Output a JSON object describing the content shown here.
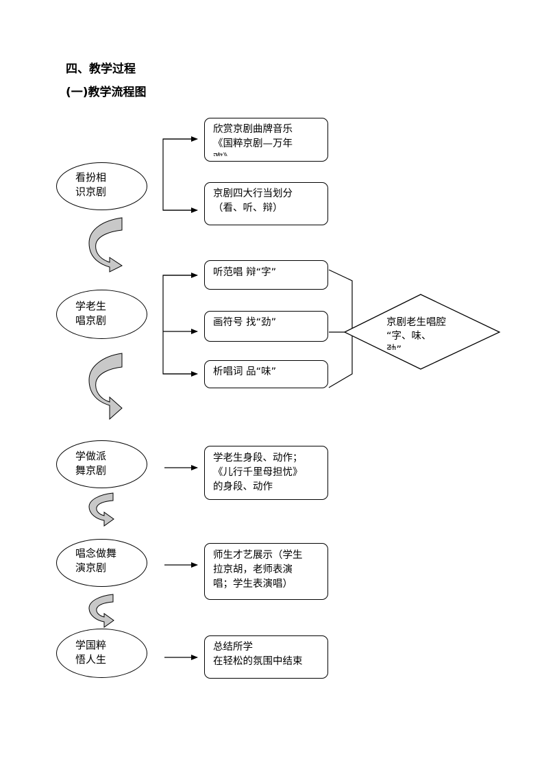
{
  "headings": {
    "section": "四、教学过程",
    "subsection": "(一)教学流程图"
  },
  "stages": [
    {
      "label": "看扮相\n识京剧"
    },
    {
      "label": "学老生\n唱京剧"
    },
    {
      "label": "学做派\n舞京剧"
    },
    {
      "label": "唱念做舞\n演京剧"
    },
    {
      "label": "学国粹\n悟人生"
    }
  ],
  "boxes": {
    "b1": "欣赏京剧曲牌音乐\n《国粹京剧—万年\n欢》",
    "b2": "京剧四大行当划分\n（看、听、辩）",
    "b3": "听范唱  辩“字”",
    "b4": "画符号  找“劲”",
    "b5": "析唱词  品“味”",
    "b6": "学老生身段、动作；\n《儿行千里母担忧》\n的身段、动作",
    "b7": "师生才艺展示（学生\n拉京胡，老师表演\n唱；学生表演唱）",
    "b8": "总结所学\n在轻松的氛围中结束"
  },
  "diamond": {
    "label": "京剧老生唱腔\n“字、味、\n劲”"
  },
  "colors": {
    "line": "#000000",
    "curved_arrow_fill": "#c8c8c8"
  }
}
